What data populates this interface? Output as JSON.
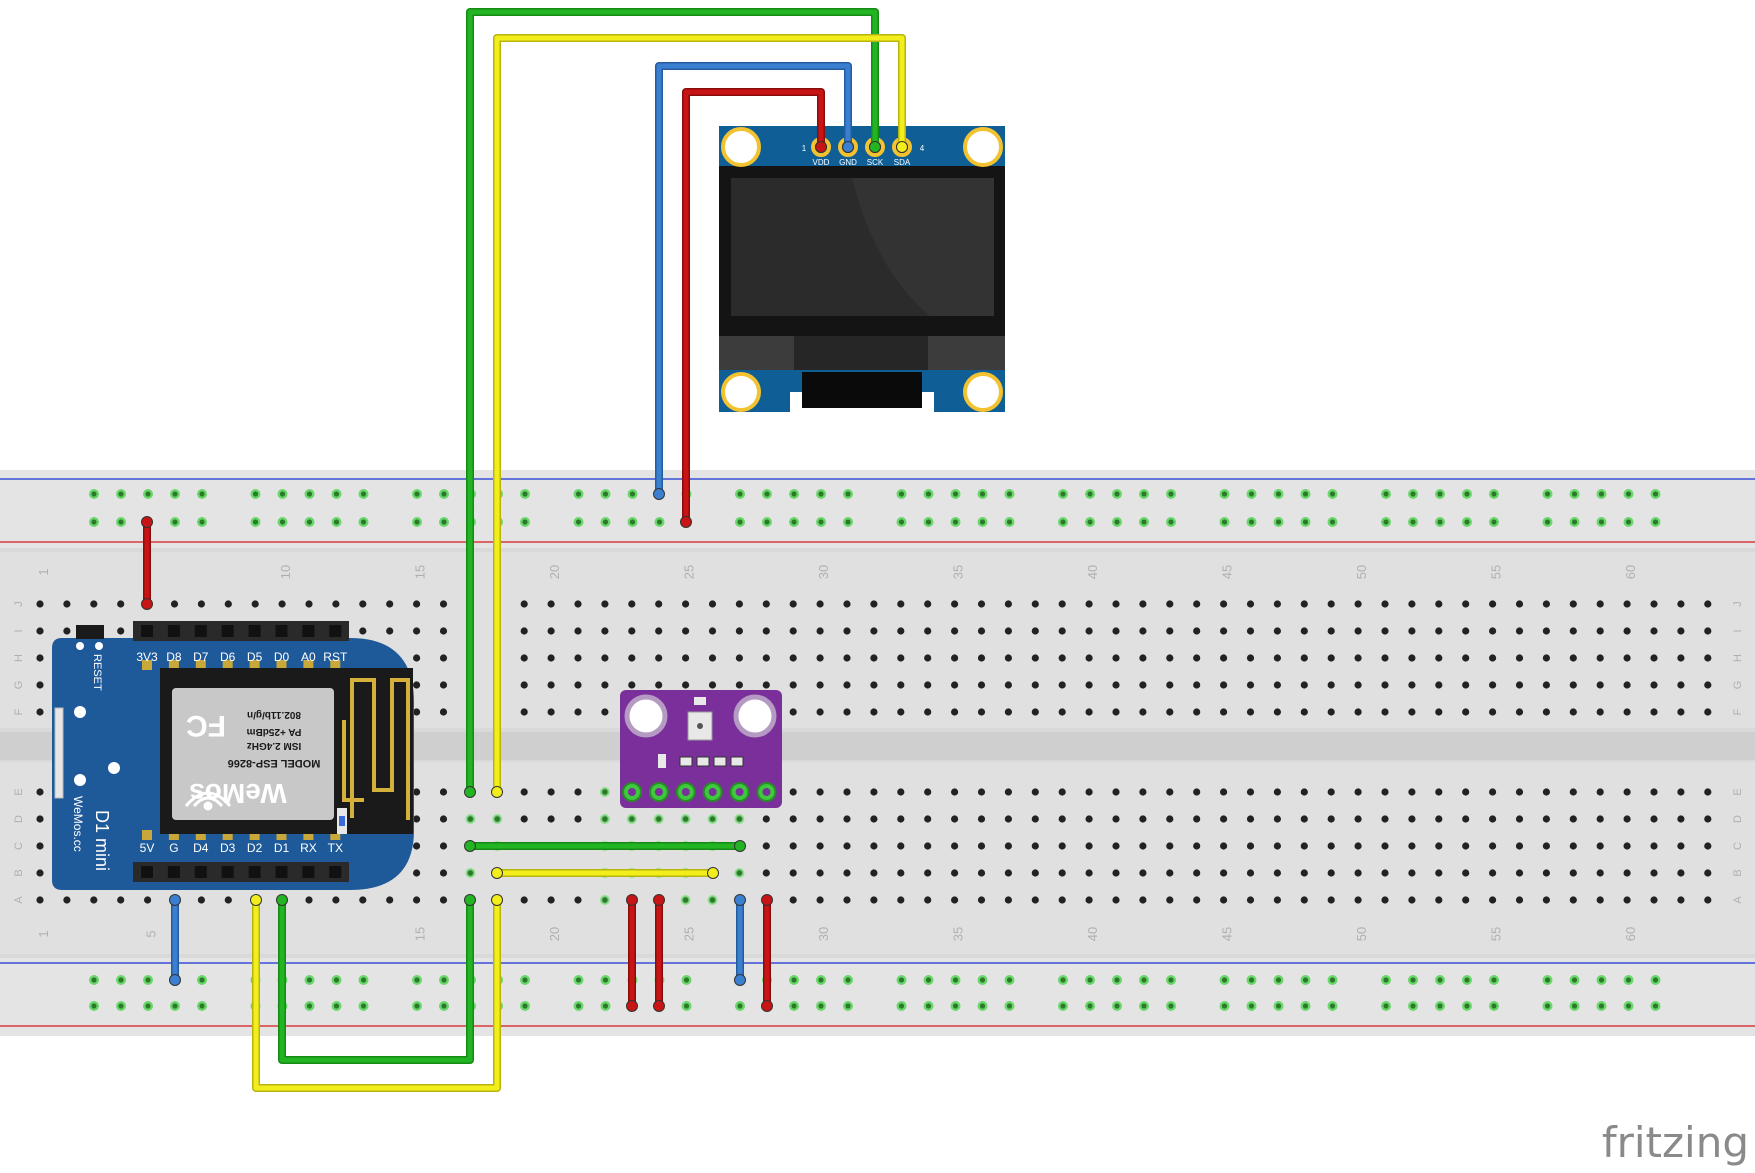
{
  "oled": {
    "pin_first": "1",
    "pin_last": "4",
    "pins": [
      "VDD",
      "GND",
      "SCK",
      "SDA"
    ]
  },
  "d1mini": {
    "top_pins": [
      "3V3",
      "D8",
      "D7",
      "D6",
      "D5",
      "D0",
      "A0",
      "RST"
    ],
    "bottom_pins": [
      "5V",
      "G",
      "D4",
      "D3",
      "D2",
      "D1",
      "RX",
      "TX"
    ],
    "reset_label": "RESET",
    "name": "D1 mini",
    "vendor_site": "WeMos.cc",
    "shield": {
      "brand": "WeMos",
      "model": "MODEL ESP-8266",
      "band": "ISM 2.4GHz",
      "power": "PA +25dBm",
      "standard": "802.11b/g/n",
      "cert": "FC"
    }
  },
  "breadboard": {
    "row_letters_top": [
      "J",
      "I",
      "H",
      "G",
      "F"
    ],
    "row_letters_bottom": [
      "E",
      "D",
      "C",
      "B",
      "A"
    ],
    "column_numbers_top": [
      "1",
      "10",
      "15",
      "20",
      "25",
      "30",
      "35",
      "40",
      "45",
      "50",
      "55",
      "60"
    ],
    "column_numbers_bottom": [
      "1",
      "5",
      "15",
      "20",
      "25",
      "30",
      "35",
      "40",
      "45",
      "50",
      "55",
      "60"
    ]
  },
  "watermark": "fritzing",
  "colors": {
    "wire_green": "#22b422",
    "wire_yellow": "#f2ee1c",
    "wire_blue": "#3a7fd0",
    "wire_red": "#c81414",
    "oled_board": "#0f5e96",
    "d1_board": "#1e5a9a",
    "bme_board": "#7a2f9a",
    "hole_green": "#5dd45d"
  }
}
